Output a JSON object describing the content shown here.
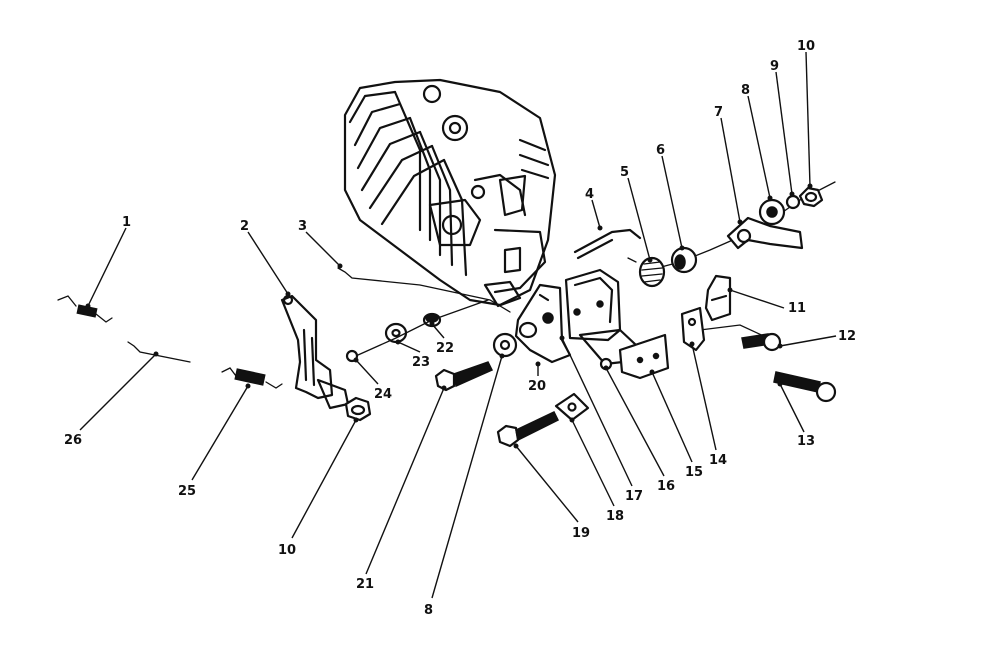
{
  "callouts": [
    {
      "id": "c1",
      "label": "1"
    },
    {
      "id": "c2",
      "label": "2"
    },
    {
      "id": "c3",
      "label": "3"
    },
    {
      "id": "c4",
      "label": "4"
    },
    {
      "id": "c5",
      "label": "5"
    },
    {
      "id": "c6",
      "label": "6"
    },
    {
      "id": "c7",
      "label": "7"
    },
    {
      "id": "c8a",
      "label": "8"
    },
    {
      "id": "c9",
      "label": "9"
    },
    {
      "id": "c10a",
      "label": "10"
    },
    {
      "id": "c11",
      "label": "11"
    },
    {
      "id": "c12",
      "label": "12"
    },
    {
      "id": "c13",
      "label": "13"
    },
    {
      "id": "c14",
      "label": "14"
    },
    {
      "id": "c15",
      "label": "15"
    },
    {
      "id": "c16",
      "label": "16"
    },
    {
      "id": "c17",
      "label": "17"
    },
    {
      "id": "c18",
      "label": "18"
    },
    {
      "id": "c19",
      "label": "19"
    },
    {
      "id": "c20",
      "label": "20"
    },
    {
      "id": "c21",
      "label": "21"
    },
    {
      "id": "c22",
      "label": "22"
    },
    {
      "id": "c23",
      "label": "23"
    },
    {
      "id": "c24",
      "label": "24"
    },
    {
      "id": "c25",
      "label": "25"
    },
    {
      "id": "c26",
      "label": "26"
    },
    {
      "id": "c10b",
      "label": "10"
    },
    {
      "id": "c8b",
      "label": "8"
    }
  ]
}
